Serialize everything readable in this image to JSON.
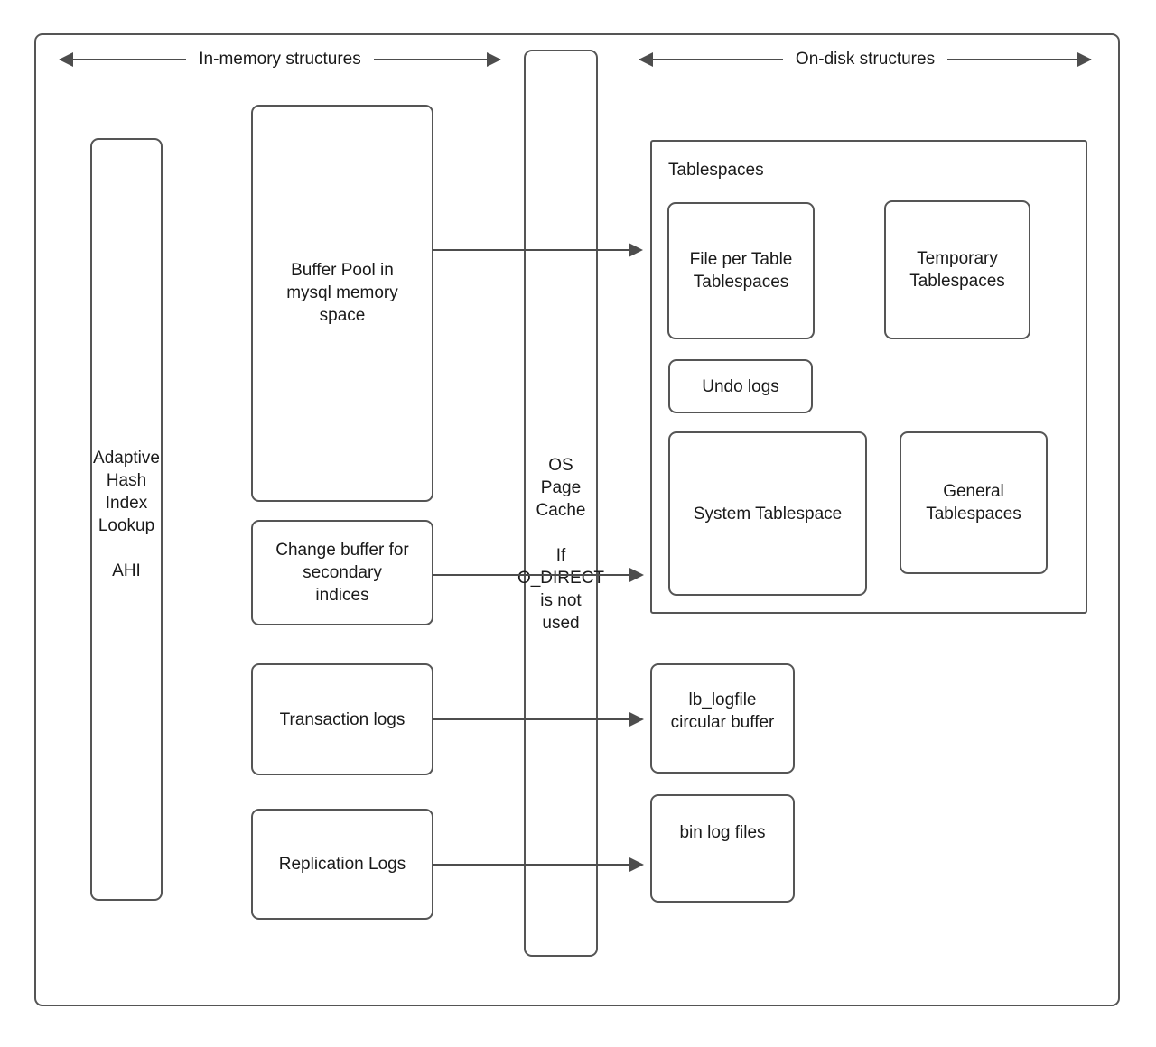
{
  "diagram": {
    "title": "MySQL InnoDB Storage Architecture",
    "colors": {
      "stroke": "#555555",
      "arrow": "#4d4d4d",
      "text": "#1a1a1a",
      "background": "#ffffff"
    },
    "bands": [
      {
        "id": "in-memory",
        "label": "In-memory structures"
      },
      {
        "id": "on-disk",
        "label": "On-disk structures"
      }
    ],
    "memory_boxes": [
      {
        "id": "ahi",
        "label": "Adaptive\nHash\nIndex\nLookup\n\nAHI"
      },
      {
        "id": "buffer-pool",
        "label": "Buffer Pool in\nmysql memory\nspace"
      },
      {
        "id": "change-buffer",
        "label": "Change buffer for\nsecondary\nindices"
      },
      {
        "id": "transaction-logs",
        "label": "Transaction logs"
      },
      {
        "id": "replication-logs",
        "label": "Replication Logs"
      }
    ],
    "page_cache": {
      "id": "os-page-cache",
      "label": "OS\nPage\nCache\n\nIf\nO_DIRECT\nis not\nused"
    },
    "tablespaces_group": {
      "title": "Tablespaces",
      "items": [
        {
          "id": "file-per-table",
          "label": "File per Table\nTablespaces"
        },
        {
          "id": "temporary-tablespaces",
          "label": "Temporary\nTablespaces"
        },
        {
          "id": "undo-logs",
          "label": "Undo logs"
        },
        {
          "id": "system-tablespace",
          "label": "System Tablespace"
        },
        {
          "id": "general-tablespaces",
          "label": "General\nTablespaces"
        }
      ]
    },
    "disk_boxes": [
      {
        "id": "lb-logfile",
        "label": "lb_logfile\ncircular buffer"
      },
      {
        "id": "bin-log-files",
        "label": "bin log files"
      }
    ],
    "connections": [
      {
        "id": "bufferpool-to-filepertable",
        "from": "buffer-pool",
        "to": "file-per-table"
      },
      {
        "id": "changebuffer-to-systemtablespace",
        "from": "change-buffer",
        "to": "system-tablespace"
      },
      {
        "id": "transactionlogs-to-lblogfile",
        "from": "transaction-logs",
        "to": "lb-logfile"
      },
      {
        "id": "replicationlogs-to-binlogfiles",
        "from": "replication-logs",
        "to": "bin-log-files"
      }
    ]
  }
}
